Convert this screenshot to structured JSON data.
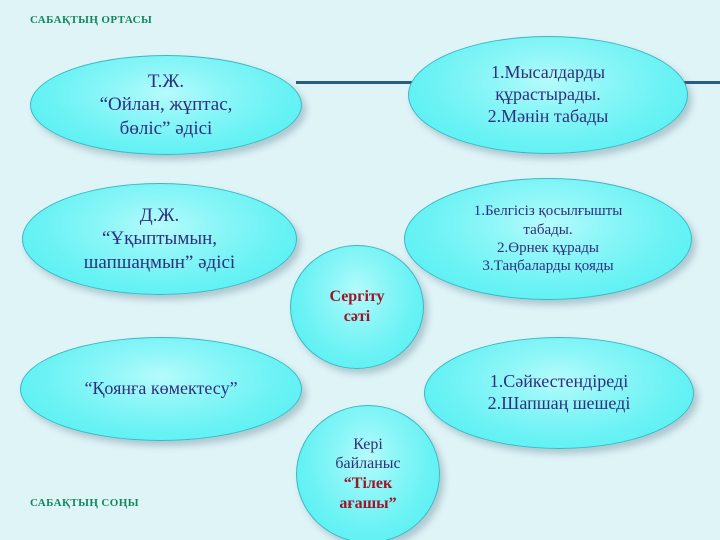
{
  "slide": {
    "background_color": "#dff4f7",
    "node_fill_color": "#69f2f4",
    "node_border_color": "#3bb8c4",
    "body_text_color": "#2f2f7c",
    "accent_text_color": "#9b1528",
    "label_text_color": "#11885a",
    "connector_color": "#2a5d86"
  },
  "labels": {
    "top": "САБАҚТЫҢ ОРТАСЫ",
    "bottom": "САБАҚТЫҢ СОҢЫ"
  },
  "nodes": {
    "tj": "Т.Ж.\n“Ойлан, жұптас,\nбөліс” әдісі",
    "mysaldardy": "1.Мысалдарды\nқұрастырады.\n2.Мәнін табады",
    "dj": "Д.Ж.\n“Ұқыптымын,\nшапшаңмын” әдісі",
    "belgisiz": "1.Белгісіз қосылғышты\nтабады.\n2.Өрнек құрады\n3.Таңбаларды қояды",
    "koyanga": "“Қоянға көмектесу”",
    "saikestendiredi": "1.Сәйкестендіреді\n2.Шапшаң шешеді",
    "sergitu": "Сергіту\nсәті",
    "keri_plain": "Кері\nбайланыс",
    "keri_accent": "“Тілек\nағашы”"
  }
}
